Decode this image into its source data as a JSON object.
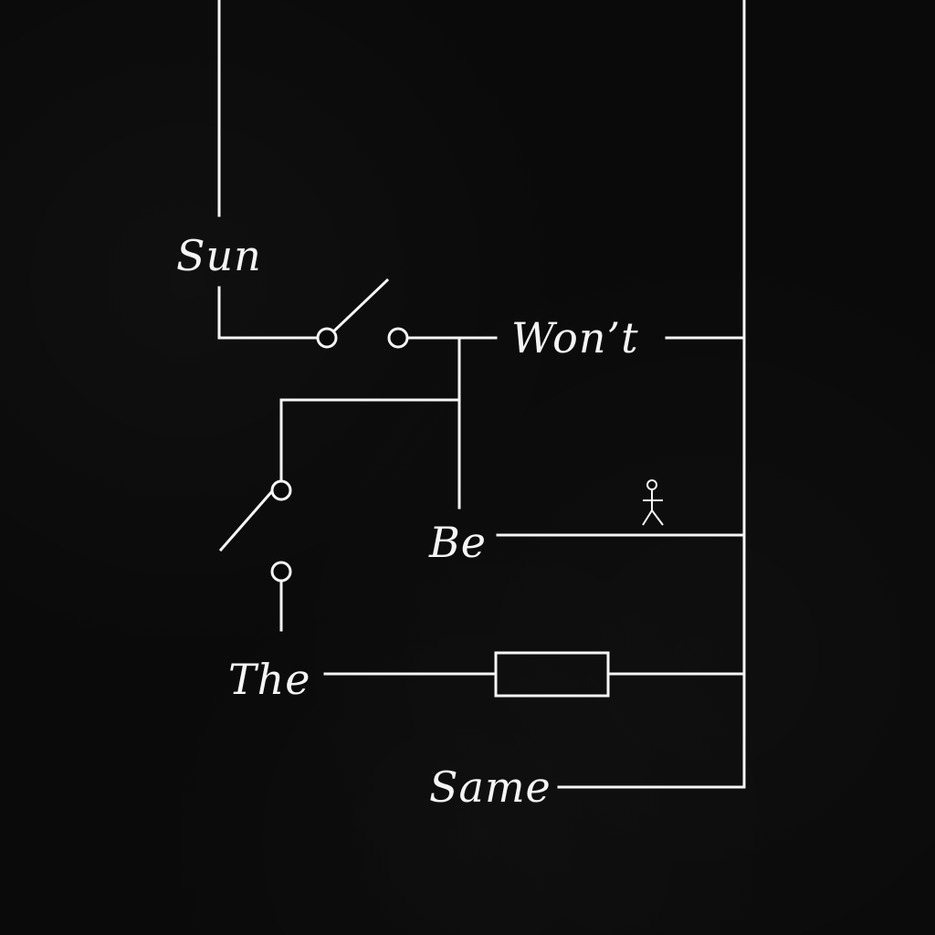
{
  "diagram": {
    "words": {
      "sun": "Sun",
      "wont": "Won’t",
      "be": "Be",
      "the": "The",
      "same": "Same"
    },
    "icons": {
      "stick_figure": "stick-figure-icon",
      "resistor": "resistor-icon",
      "switch": "switch-icon"
    },
    "colors": {
      "background": "#0a0a0a",
      "line": "#f5f5f5"
    }
  }
}
